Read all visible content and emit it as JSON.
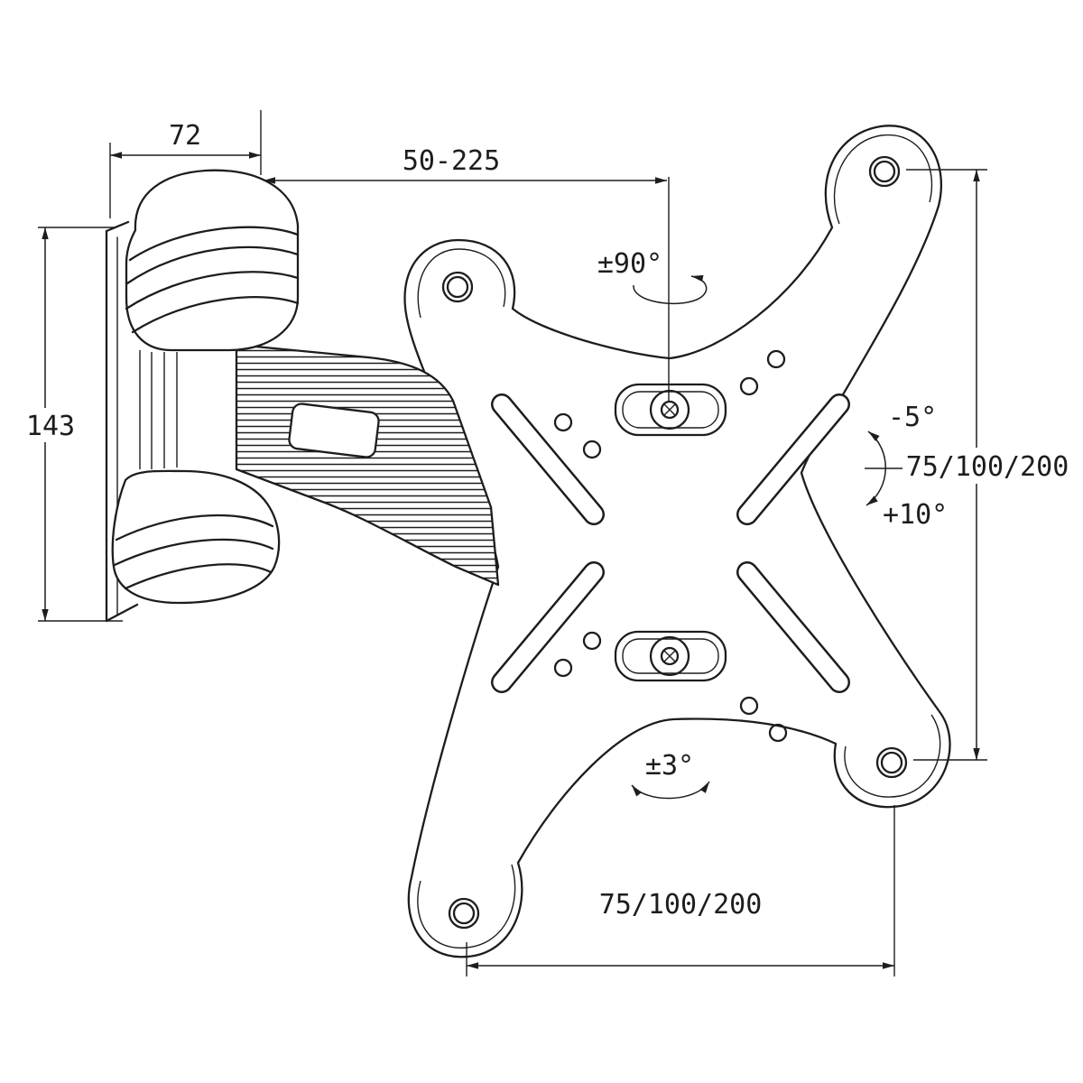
{
  "canvas": {
    "background": "#ffffff",
    "line_color": "#1d1d1d"
  },
  "labels": {
    "depth": "72",
    "extension_range": "50-225",
    "height": "143",
    "swivel_angle": "±90°",
    "tilt_up": "-5°",
    "tilt_down": "+10°",
    "level_adjust": "±3°",
    "vesa_vertical": "75/100/200",
    "vesa_horizontal": "75/100/200"
  }
}
